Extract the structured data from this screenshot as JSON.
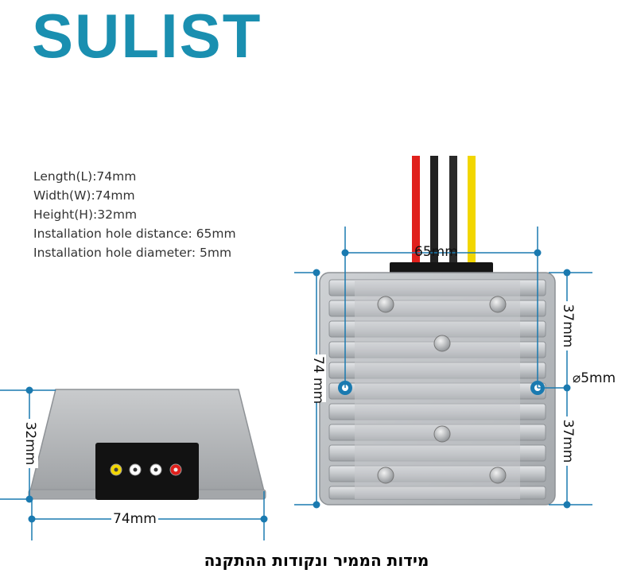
{
  "brand": {
    "name": "SULIST",
    "color": "#1a8fb0"
  },
  "specs": [
    "Length(L):74mm",
    "Width(W):74mm",
    "Height(H):32mm",
    "Installation hole distance:  65mm",
    "Installation hole diameter:  5mm"
  ],
  "dimensions": {
    "hole_distance": "65mm",
    "length": "74 mm",
    "top_half": "37mm",
    "bottom_half": "37mm",
    "hole_diameter": "⌀5mm",
    "side_height": "32mm",
    "side_width": "74mm"
  },
  "colors": {
    "dimension_line": "#1a7ab0",
    "wire_red": "#e0201c",
    "wire_black": "#222222",
    "wire_yellow": "#f2d600",
    "housing": "#b9bcbf"
  },
  "caption": "מידות הממיר ונקודות ההתקנה"
}
